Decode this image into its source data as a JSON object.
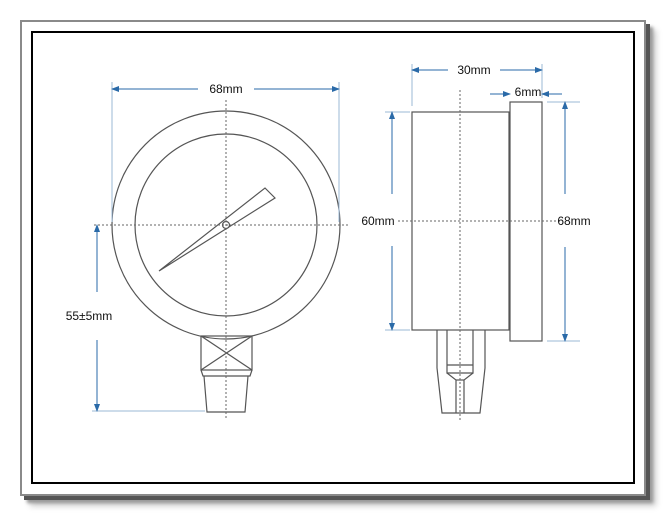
{
  "diagram": {
    "title": "Pressure gauge dimension drawing",
    "colors": {
      "dimension": "#2a6aa8",
      "outline": "#555555"
    },
    "front_view": {
      "width_label": "68mm",
      "height_label": "55±5mm"
    },
    "side_view": {
      "depth_label": "30mm",
      "bezel_label": "6mm",
      "body_height_label": "60mm",
      "bezel_height_label": "68mm"
    }
  }
}
